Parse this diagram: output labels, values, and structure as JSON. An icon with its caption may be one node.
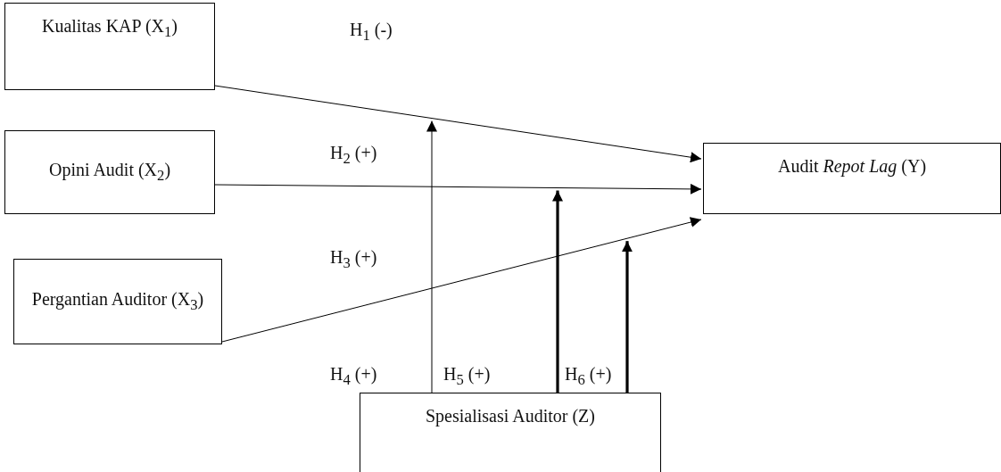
{
  "diagram": {
    "nodes": [
      {
        "text": [
          "Kualitas KAP (X$_{1}$)"
        ]
      },
      {
        "text": [
          "Opini Audit (X$_{2}$)"
        ]
      },
      {
        "text": [
          "Pergantian Auditor (X$_{3}$)"
        ]
      },
      {
        "text": [
          "Audit *Repot Lag* (Y)"
        ]
      },
      {
        "text": [
          "Spesialisasi Auditor (Z)"
        ]
      }
    ],
    "edges": [
      {
        "from": 0,
        "to": 3,
        "arrow": "to",
        "label": "H$_{1}$ (-)"
      },
      {
        "from": 1,
        "to": 3,
        "arrow": "to",
        "label": "H$_{2}$ (+)"
      },
      {
        "from": 2,
        "to": 3,
        "arrow": "to",
        "label": "H$_{3}$ (+)"
      },
      {
        "from": 4,
        "to": null,
        "arrow": "to"
      },
      {
        "from": 4,
        "to": null,
        "arrow": "to",
        "style": "thick"
      },
      {
        "from": 4,
        "to": null,
        "arrow": "to",
        "style": "thick"
      }
    ],
    "labels": [
      "H$_{4}$ (+)",
      "H$_{5}$ (+)",
      "H$_{6}$ (+)"
    ]
  }
}
